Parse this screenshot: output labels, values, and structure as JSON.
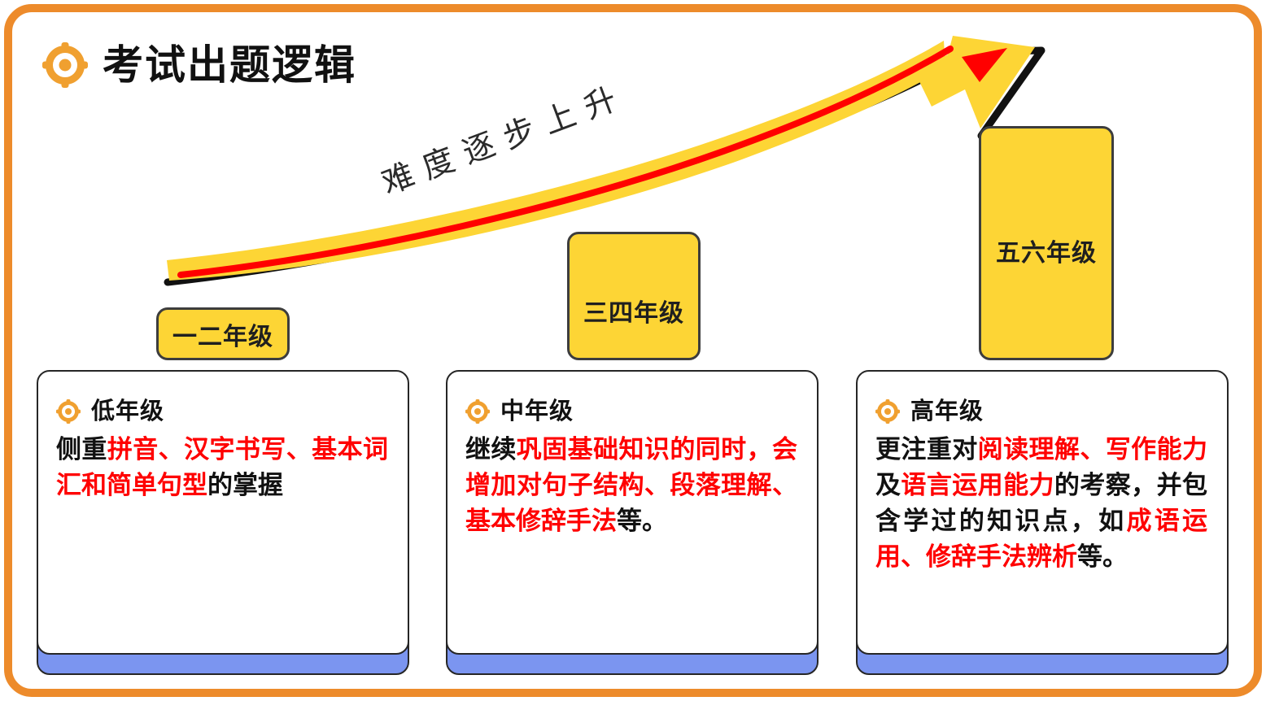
{
  "page": {
    "title": "考试出题逻辑",
    "title_icon": "target-icon",
    "frame_color": "#ED8B2B",
    "accent_orange": "#F0A030",
    "highlight_red": "#FF0000",
    "pill_yellow": "#FDD535",
    "card_shadow_blue": "#7B95F0"
  },
  "arrow": {
    "label": "难度逐步上升",
    "band_color": "#FDD535",
    "line_color": "#FF0000",
    "outline_color": "#111111",
    "direction": "up-right"
  },
  "grades": [
    {
      "label": "一二年级"
    },
    {
      "label": "三四年级"
    },
    {
      "label": "五六年级"
    }
  ],
  "cards": [
    {
      "icon": "target-icon",
      "heading": "低年级",
      "segments": [
        {
          "text": "侧重",
          "highlight": false
        },
        {
          "text": "拼音、汉字书写、基本词汇和简单句型",
          "highlight": true
        },
        {
          "text": "的掌握",
          "highlight": false
        }
      ]
    },
    {
      "icon": "target-icon",
      "heading": "中年级",
      "segments": [
        {
          "text": "继续",
          "highlight": false
        },
        {
          "text": "巩固基础知识的同时，会增加对句子结构、段落理解、基本修辞手法",
          "highlight": true
        },
        {
          "text": "等。",
          "highlight": false
        }
      ]
    },
    {
      "icon": "target-icon",
      "heading": "高年级",
      "segments": [
        {
          "text": "更注重对",
          "highlight": false
        },
        {
          "text": "阅读理解、写作能力",
          "highlight": true
        },
        {
          "text": "及",
          "highlight": false
        },
        {
          "text": "语言运用能力",
          "highlight": true
        },
        {
          "text": "的考察，并包含学过的知识点，如",
          "highlight": false
        },
        {
          "text": "成语运用、修辞手法辨析",
          "highlight": true
        },
        {
          "text": "等。",
          "highlight": false
        }
      ]
    }
  ]
}
